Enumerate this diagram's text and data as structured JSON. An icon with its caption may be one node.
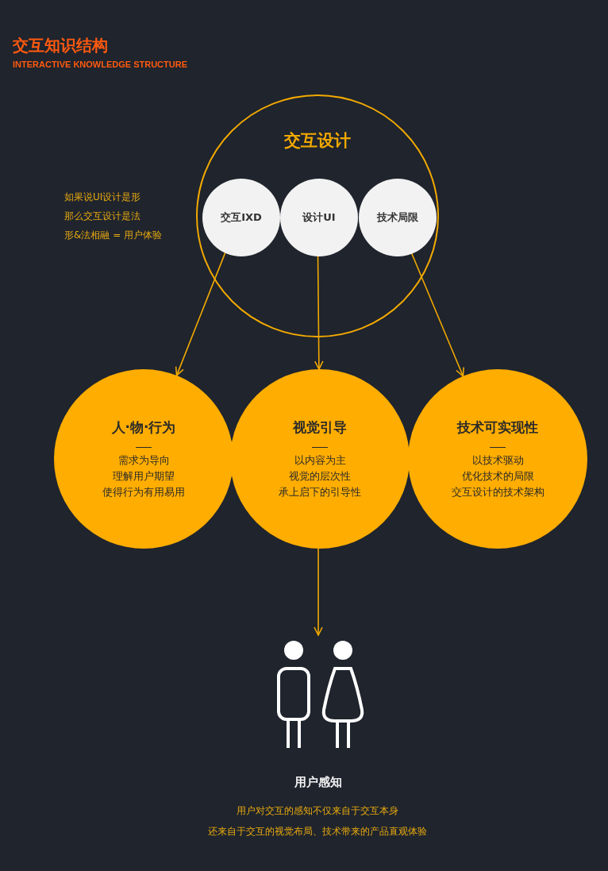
{
  "diagram": {
    "title": "交互知识结构",
    "caption": "INTERACTIVE KNOWLEDGE STRUCTURE",
    "nodes": [
      {
        "text": [
          "交互设计"
        ]
      },
      {
        "text": [
          "交互IXD"
        ],
        "in": 0
      },
      {
        "text": [
          "设计UI"
        ],
        "in": 0
      },
      {
        "text": [
          "技术局限"
        ],
        "in": 0
      },
      {
        "text": [
          "人·物·行为",
          "需求为导向",
          "理解用户期望",
          "使得行为有用易用"
        ]
      },
      {
        "text": [
          "视觉引导",
          "以内容为主",
          "视觉的层次性",
          "承上启下的引导性"
        ]
      },
      {
        "text": [
          "技术可实现性",
          "以技术驱动",
          "优化技术的局限",
          "交互设计的技术架构"
        ]
      },
      {
        "text": [
          "用户感知"
        ],
        "beside": [
          "用户对交互的感知不仅来自于交互本身",
          "还来自于交互的视觉布局、技术带来的产品直观体验"
        ]
      }
    ],
    "edges": [
      {
        "from": 1,
        "to": 4,
        "arrow": "to"
      },
      {
        "from": 2,
        "to": 5,
        "arrow": "to"
      },
      {
        "from": 3,
        "to": 6,
        "arrow": "to"
      },
      {
        "from": 5,
        "to": 7,
        "arrow": "to"
      }
    ],
    "labels": [
      "如果说UI设计是形",
      "那么交互设计是法",
      "形&法相融 = 用户体验"
    ]
  }
}
